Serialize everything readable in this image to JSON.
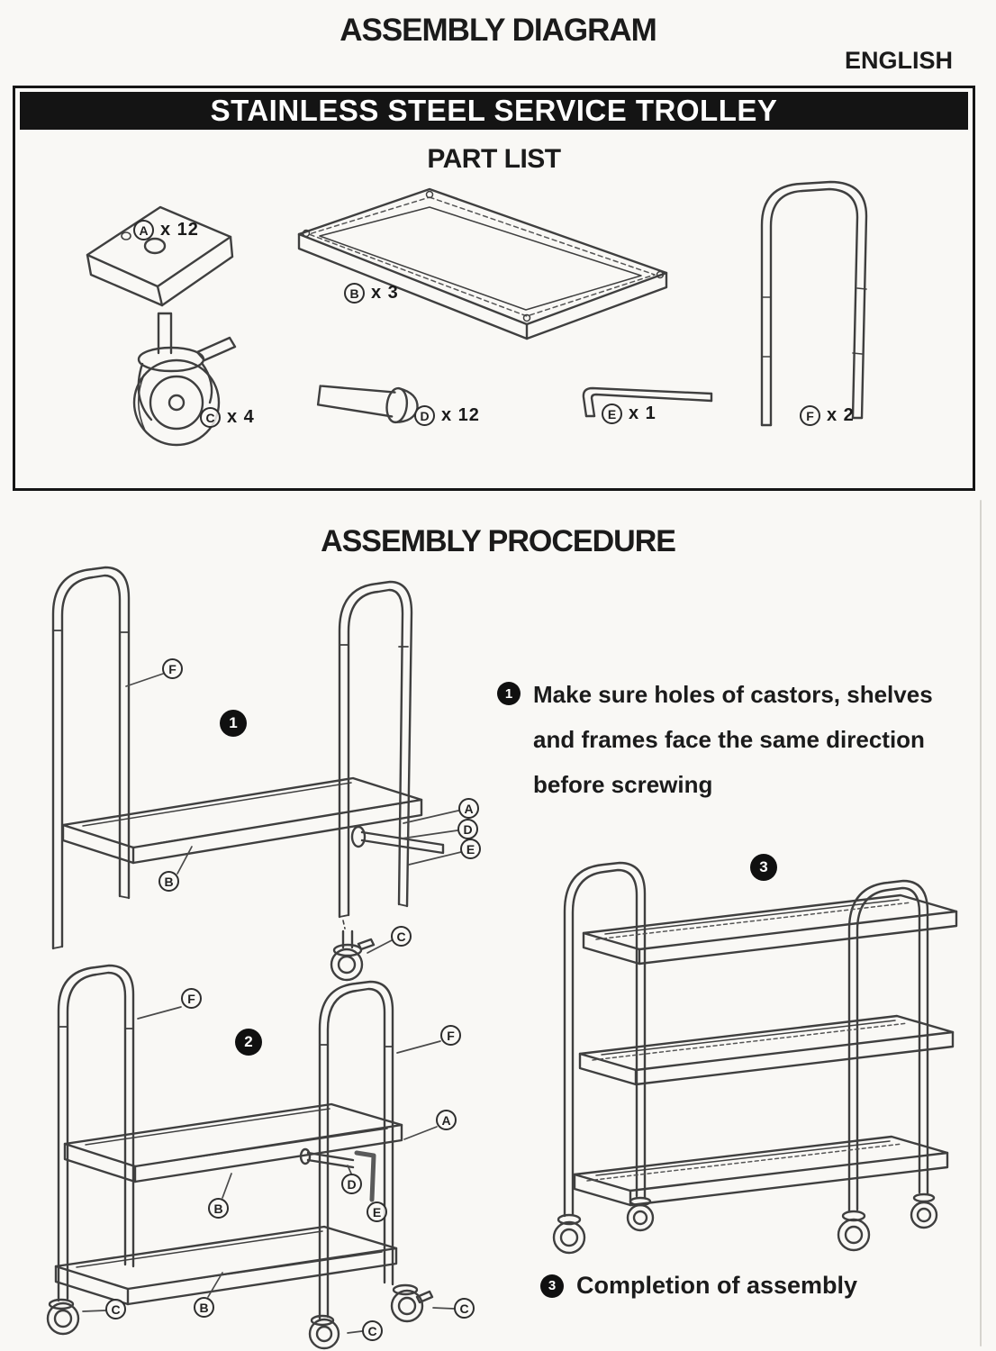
{
  "page": {
    "title": "ASSEMBLY DIAGRAM",
    "language_label": "ENGLISH"
  },
  "banner": {
    "text": "STAINLESS STEEL SERVICE TROLLEY"
  },
  "part_list": {
    "heading": "PART LIST",
    "parts": [
      {
        "letter": "A",
        "qty": "x 12"
      },
      {
        "letter": "B",
        "qty": "x 3"
      },
      {
        "letter": "C",
        "qty": "x 4"
      },
      {
        "letter": "D",
        "qty": "x 12"
      },
      {
        "letter": "E",
        "qty": "x 1"
      },
      {
        "letter": "F",
        "qty": "x 2"
      }
    ]
  },
  "procedure": {
    "heading": "ASSEMBLY PROCEDURE",
    "steps": [
      {
        "number": "1",
        "note_lines": [
          "Make sure holes of castors, shelves",
          "and frames face the same direction",
          "before screwing"
        ]
      },
      {
        "number": "2",
        "note_lines": []
      },
      {
        "number": "3",
        "note_lines": [
          "Completion of assembly"
        ]
      }
    ]
  },
  "callouts": {
    "step1": [
      "F",
      "B",
      "A",
      "D",
      "E",
      "C"
    ],
    "step2": [
      "F",
      "F",
      "A",
      "B",
      "D",
      "E",
      "C",
      "B",
      "C",
      "C"
    ]
  },
  "colors": {
    "paper": "#f9f8f5",
    "ink": "#1b1b1b",
    "banner_bg": "#141414",
    "banner_text": "#ffffff",
    "line_art": "#3f3f3f"
  }
}
